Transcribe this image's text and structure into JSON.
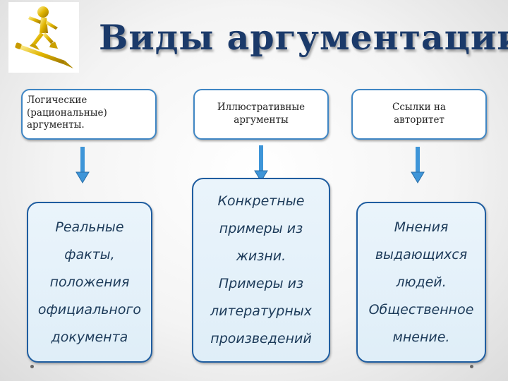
{
  "title": "Виды аргументации",
  "logo": {
    "icon": "figure-riding-pencil-icon",
    "color": "#e0b400"
  },
  "top_boxes": [
    {
      "lines": [
        "Логические",
        "(рациональные)",
        "аргументы."
      ]
    },
    {
      "lines": [
        "Иллюстративные",
        "аргументы"
      ]
    },
    {
      "lines": [
        "Ссылки на",
        "авторитет"
      ]
    }
  ],
  "bottom_boxes": [
    {
      "lines": [
        "Реальные",
        "факты,",
        "положения",
        "официального",
        "документа"
      ]
    },
    {
      "lines": [
        "Конкретные",
        "примеры из",
        "жизни.",
        "Примеры из",
        "литературных",
        "произведений"
      ]
    },
    {
      "lines": [
        "Мнения",
        "выдающихся",
        "людей.",
        "Общественное",
        "мнение."
      ]
    }
  ],
  "colors": {
    "arrow": "#3e95d8",
    "box_border": "#3f86c4",
    "title": "#1b3a6a"
  }
}
